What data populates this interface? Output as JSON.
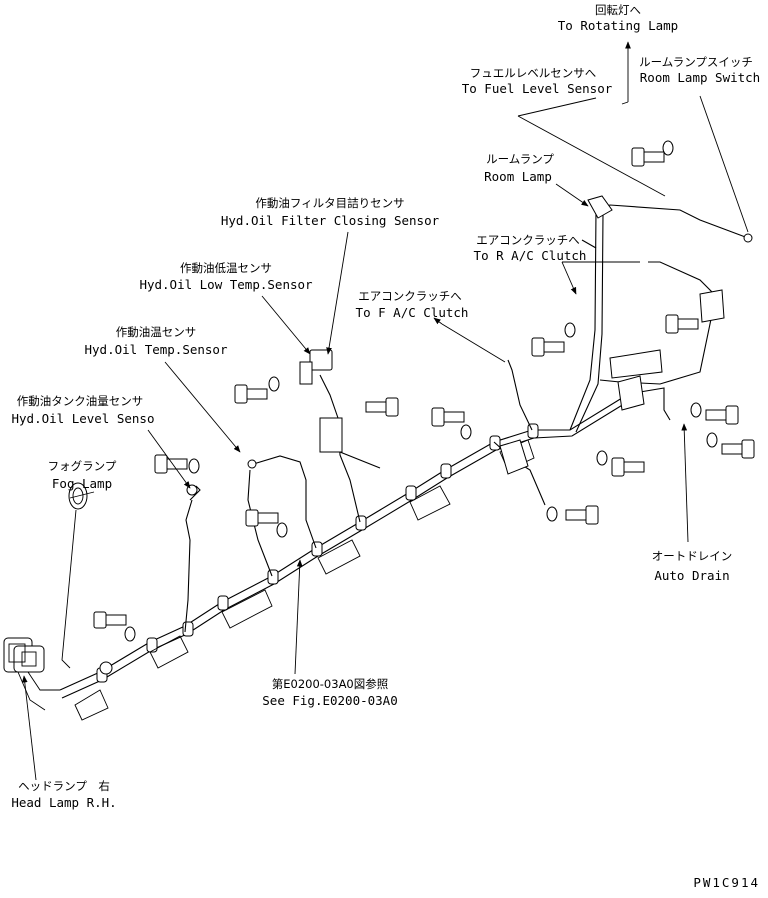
{
  "labels": {
    "rotating_lamp": {
      "jp": "回転灯へ",
      "en": "To Rotating Lamp"
    },
    "fuel_level_sensor": {
      "jp": "フュエルレベルセンサへ",
      "en": "To Fuel Level Sensor"
    },
    "room_lamp_switch": {
      "jp": "ルームランプスイッチ",
      "en": "Room Lamp Switch"
    },
    "room_lamp": {
      "jp": "ルームランプ",
      "en": "Room Lamp"
    },
    "r_ac_clutch": {
      "jp": "エアコンクラッチへ",
      "en": "To R A/C Clutch"
    },
    "filter_sensor": {
      "jp": "作動油フィルタ目詰りセンサ",
      "en": "Hyd.Oil Filter Closing Sensor"
    },
    "low_temp_sensor": {
      "jp": "作動油低温センサ",
      "en": "Hyd.Oil Low Temp.Sensor"
    },
    "f_ac_clutch": {
      "jp": "エアコンクラッチへ",
      "en": "To F A/C Clutch"
    },
    "temp_sensor": {
      "jp": "作動油温センサ",
      "en": "Hyd.Oil Temp.Sensor"
    },
    "level_sensor": {
      "jp": "作動油タンク油量センサ",
      "en": "Hyd.Oil Level Senso"
    },
    "fog_lamp": {
      "jp": "フォグランプ",
      "en": "Fog Lamp"
    },
    "auto_drain": {
      "jp": "オートドレイン",
      "en": "Auto Drain"
    },
    "see_fig": {
      "jp": "第E0200-03A0図参照",
      "en": "See Fig.E0200-03A0"
    },
    "head_lamp": {
      "jp": "ヘッドランプ　右",
      "en": "Head Lamp R.H."
    }
  },
  "drawing_number": "PW1C914"
}
